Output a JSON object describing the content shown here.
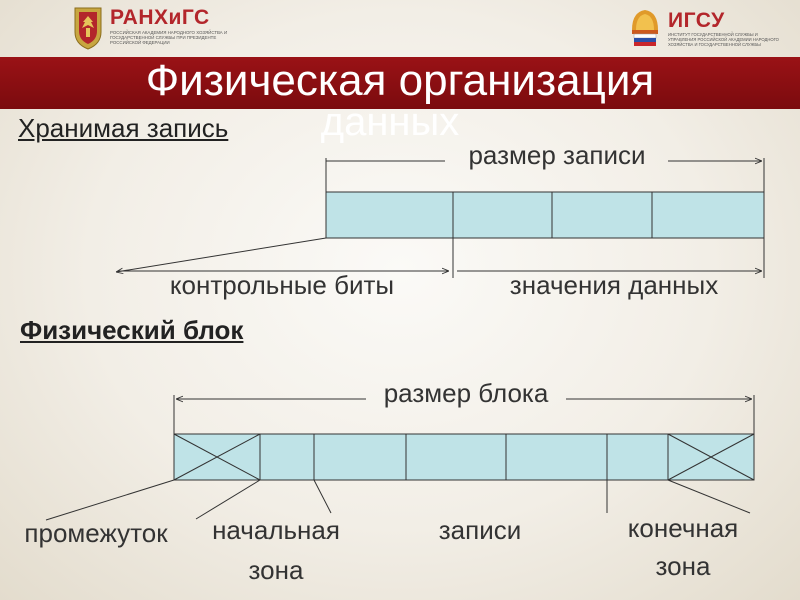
{
  "logos": {
    "left": {
      "name": "РАНХиГС",
      "subtitle": "Российская академия народного хозяйства и государственной службы при президенте Российской Федерации",
      "icon": "eagle-emblem-icon"
    },
    "right": {
      "name": "ИГСУ",
      "subtitle": "Институт государственной службы и управления Российской академии народного хозяйства и государственной службы",
      "icon": "building-dome-icon"
    }
  },
  "title": {
    "line1": "Физическая организация",
    "line2": "данных"
  },
  "record_section": {
    "heading": "Хранимая запись",
    "size_label": "размер записи",
    "control_bits_label": "контрольные биты",
    "data_values_label": "значения данных"
  },
  "block_section": {
    "heading": "Физический блок",
    "size_label": "размер блока",
    "gap_label": "промежуток",
    "start_zone_label_line1": "начальная",
    "start_zone_label_line2": "зона",
    "records_label": "записи",
    "end_zone_label_line1": "конечная",
    "end_zone_label_line2": "зона"
  },
  "colors": {
    "title_bar": "#8b0f12",
    "title_text": "#ffffff",
    "cell_fill": "#bfe3e7",
    "cell_stroke": "#333333",
    "logo_red": "#b3262b"
  }
}
